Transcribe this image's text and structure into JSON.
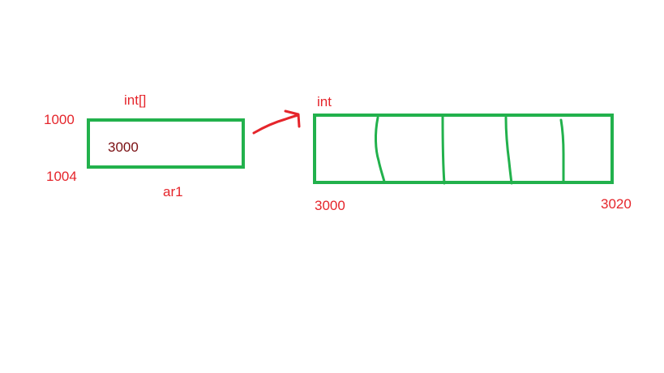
{
  "colors": {
    "box_stroke": "#22b14c",
    "annotation": "#e5252b",
    "value_text": "#7a0f12",
    "background": "#ffffff"
  },
  "pointer_variable": {
    "type_label": "int[]",
    "start_address": "1000",
    "end_address": "1004",
    "stored_value": "3000",
    "name": "ar1"
  },
  "array_block": {
    "type_label": "int",
    "start_address": "3000",
    "end_address": "3020",
    "cell_count": 5
  },
  "arrow": {
    "color": "#e5252b",
    "icon": "hand-drawn-arrow-icon"
  }
}
